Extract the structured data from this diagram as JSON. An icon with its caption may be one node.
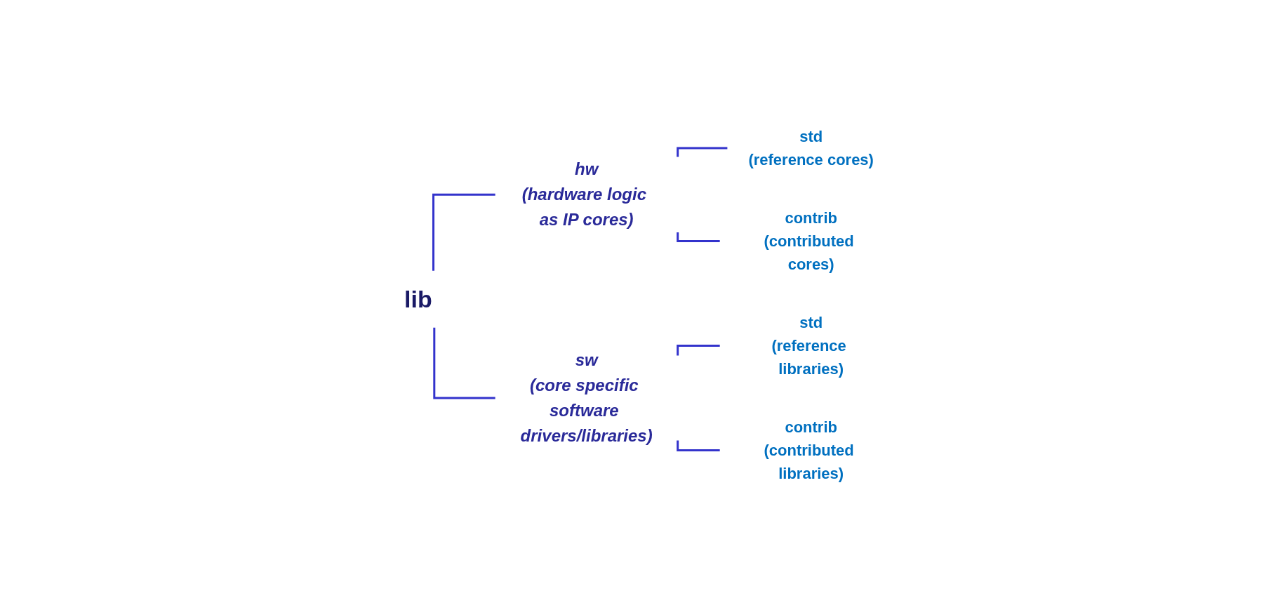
{
  "diagram": {
    "nodes": [
      {
        "text": [
          "lib"
        ]
      },
      {
        "text": [
          "hw",
          "(hardware logic as IP cores)"
        ]
      },
      {
        "text": [
          "std",
          "(reference cores)"
        ]
      },
      {
        "text": [
          "contrib",
          "(contributed cores)"
        ]
      },
      {
        "text": [
          "sw",
          "(core specific software drivers/libraries)"
        ]
      },
      {
        "text": [
          "std",
          "(reference libraries)"
        ]
      },
      {
        "text": [
          "contrib",
          "(contributed libraries)"
        ]
      }
    ],
    "edges": [
      {
        "from": 0,
        "to": 1,
        "arrow": "none"
      },
      {
        "from": 1,
        "to": 2,
        "arrow": "none"
      },
      {
        "from": 1,
        "to": 3,
        "arrow": "none"
      },
      {
        "from": 0,
        "to": 4,
        "arrow": "none"
      },
      {
        "from": 4,
        "to": 5,
        "arrow": "none"
      },
      {
        "from": 4,
        "to": 6,
        "arrow": "none"
      }
    ]
  }
}
